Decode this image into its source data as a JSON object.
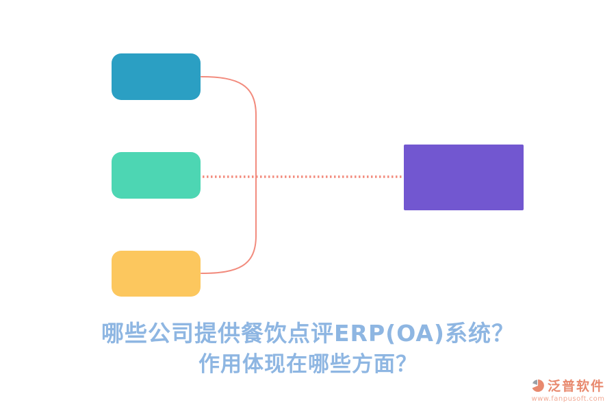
{
  "title": {
    "line1": "哪些公司提供餐饮点评ERP(OA)系统？",
    "line2": "作用体现在哪些方面？",
    "color": "#8EB6E2"
  },
  "diagram": {
    "boxes": {
      "top": {
        "color": "#2B9FC3",
        "label": ""
      },
      "middle": {
        "color": "#4DD6B3",
        "label": ""
      },
      "bottom": {
        "color": "#FCC75E",
        "label": ""
      },
      "right": {
        "color": "#7257D0",
        "label": ""
      }
    },
    "connector_color": "#F28B7D"
  },
  "watermark": {
    "brand": "泛普软件",
    "url": "www.fanpusoft.com",
    "brand_color": "#E8896E",
    "url_color": "#F2A893",
    "icon_color": "#E8896E",
    "icon_accent_color": "#9AA0A6"
  }
}
